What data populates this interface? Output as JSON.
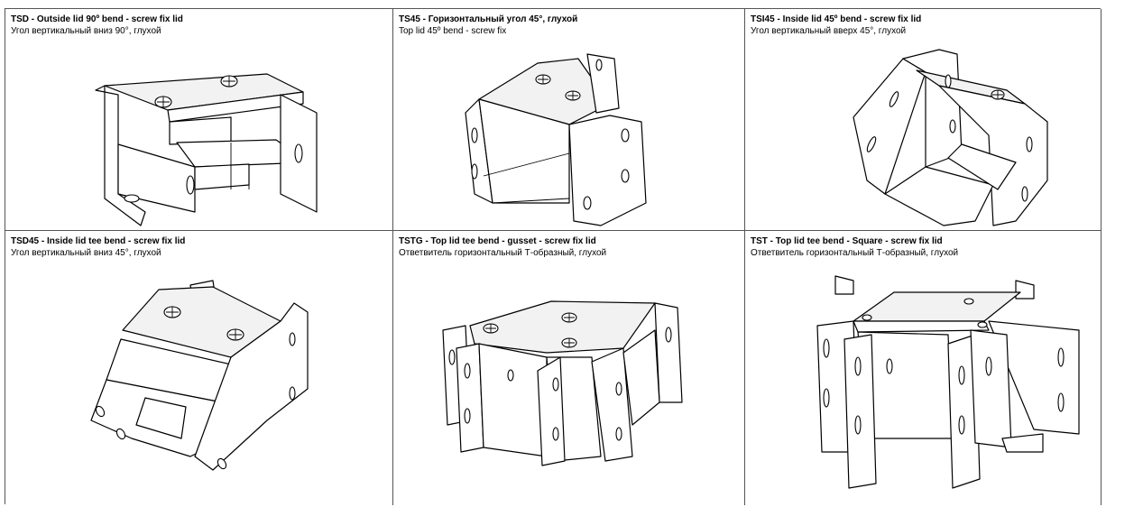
{
  "cells": [
    {
      "title": "TSD - Outside lid 90º bend - screw fix lid",
      "subtitle": "Угол вертикальный вниз 90°, глухой"
    },
    {
      "title": "TS45 - Горизонтальный угол 45°, глухой",
      "subtitle": "Top lid 45º bend - screw fix"
    },
    {
      "title": "TSI45 - Inside lid 45º bend - screw fix lid",
      "subtitle": "Угол вертикальный вверх 45°, глухой"
    },
    {
      "title": "TSD45 - Inside lid tee bend - screw fix lid",
      "subtitle": "Угол вертикальный вниз 45°, глухой"
    },
    {
      "title": "TSTG - Top lid tee bend - gusset - screw fix lid",
      "subtitle": "Ответвитель горизонтальный Т-образный, глухой"
    },
    {
      "title": "TST - Top lid tee bend - Square - screw fix lid",
      "subtitle": "Ответвитель горизонтальный Т-образный, глухой"
    }
  ]
}
